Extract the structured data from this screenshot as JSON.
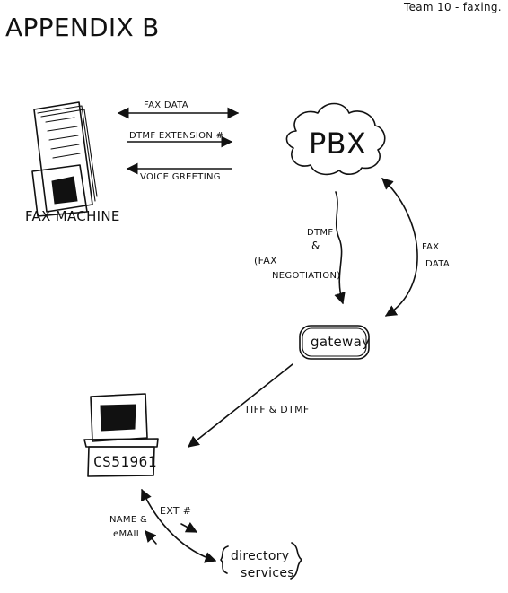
{
  "page": {
    "title": "APPENDIX B",
    "team_note": "Team 10 - faxing."
  },
  "nodes": {
    "fax_machine": {
      "label": "FAX MACHINE",
      "icon": "fax-machine-icon"
    },
    "pbx": {
      "label": "PBX",
      "icon": "cloud-icon"
    },
    "gateway": {
      "label": "gateway"
    },
    "computer": {
      "label": "CS51961",
      "icon": "computer-icon"
    },
    "directory": {
      "line1": "directory",
      "line2": "services"
    }
  },
  "edges": {
    "fax_data_top": "FAX DATA",
    "dtmf_extension": "DTMF EXTENSION #",
    "voice_greeting": "VOICE GREETING",
    "dtmf_line1": "DTMF",
    "dtmf_line2": "&",
    "fax_negotiation_line1": "(FAX",
    "fax_negotiation_line2": "NEGOTIATION)",
    "fax_data_right_line1": "FAX",
    "fax_data_right_line2": "DATA",
    "tiff_dtmf": "TIFF & DTMF",
    "name_email_line1": "NAME &",
    "name_email_line2": "eMAIL",
    "ext_number": "EXT #"
  }
}
